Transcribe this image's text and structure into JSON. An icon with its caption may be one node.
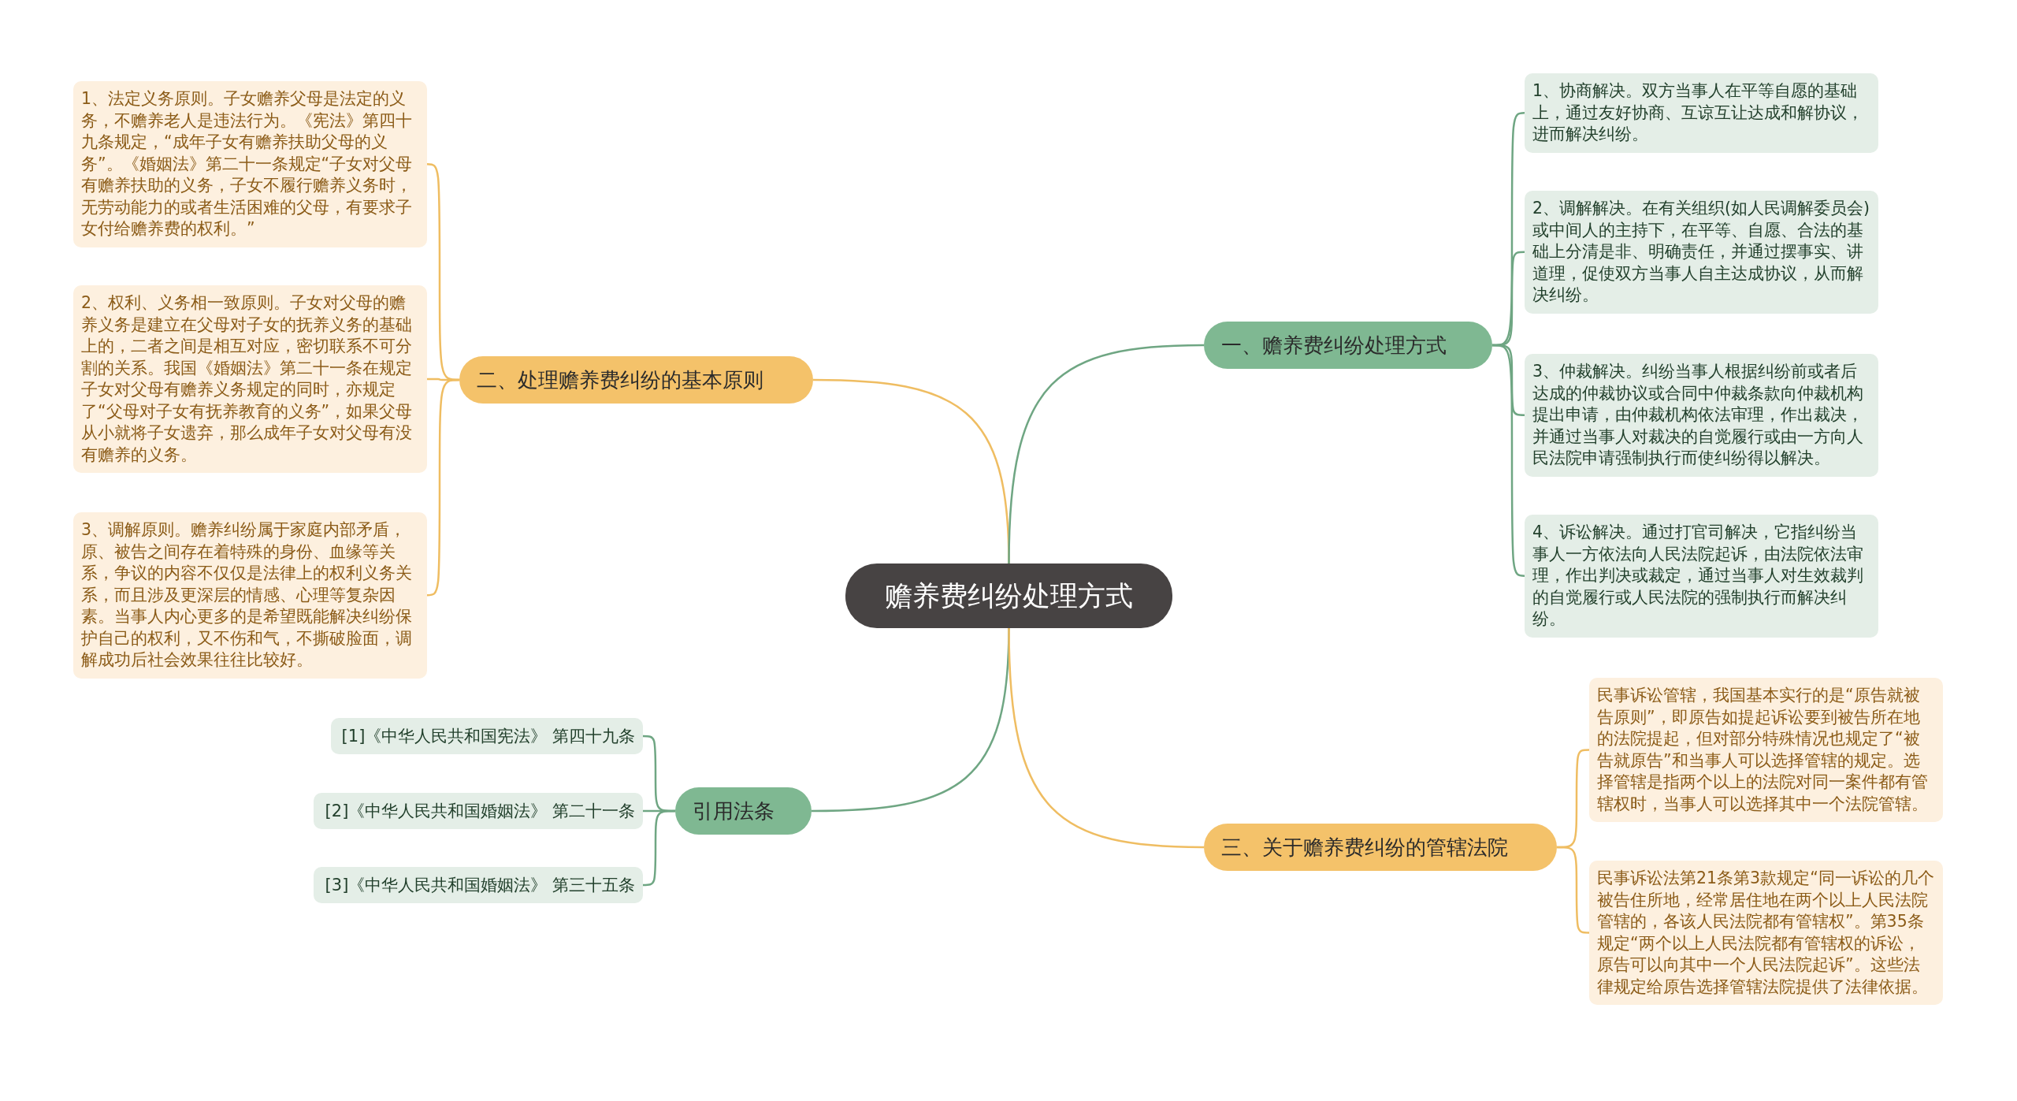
{
  "diagram": {
    "nodes": [
      {
        "text": [
          "赡养费纠纷处理方式"
        ]
      },
      {
        "text": [
          "二、处理赡养费纠纷的基本原则"
        ]
      },
      {
        "text": [
          "1、法定义务原则。子女赡养父母是法定的义务，不赡养老人是违法行为。《宪法》第四十九条规定，“成年子女有赡养扶助父母的义务”。《婚姻法》第二十一条规定“子女对父母有赡养扶助的义务，子女不履行赡养义务时，无劳动能力的或者生活困难的父母，有要求子女付给赡养费的权利。”"
        ]
      },
      {
        "text": [
          "2、权利、义务相一致原则。子女对父母的赡养义务是建立在父母对子女的抚养义务的基础上的，二者之间是相互对应，密切联系不可分割的关系。我国《婚姻法》第二十一条在规定子女对父母有赡养义务规定的同时，亦规定了“父母对子女有抚养教育的义务”，如果父母从小就将子女遗弃，那么成年子女对父母有没有赡养的义务。"
        ]
      },
      {
        "text": [
          "3、调解原则。赡养纠纷属于家庭内部矛盾，原、被告之间存在着特殊的身份、血缘等关系，争议的内容不仅仅是法律上的权利义务关系，而且涉及更深层的情感、心理等复杂因素。当事人内心更多的是希望既能解决纠纷保护自己的权利，又不伤和气，不撕破脸面，调解成功后社会效果往往比较好。"
        ]
      },
      {
        "text": [
          "一、赡养费纠纷处理方式"
        ]
      },
      {
        "text": [
          "1、协商解决。双方当事人在平等自愿的基础上，通过友好协商、互谅互让达成和解协议，进而解决纠纷。"
        ]
      },
      {
        "text": [
          "2、调解解决。在有关组织(如人民调解委员会)或中间人的主持下，在平等、自愿、合法的基础上分清是非、明确责任，并通过摆事实、讲道理，促使双方当事人自主达成协议，从而解决纠纷。"
        ]
      },
      {
        "text": [
          "3、仲裁解决。纠纷当事人根据纠纷前或者后达成的仲裁协议或合同中仲裁条款向仲裁机构提出申请，由仲裁机构依法审理，作出裁决，并通过当事人对裁决的自觉履行或由一方向人民法院申请强制执行而使纠纷得以解决。"
        ]
      },
      {
        "text": [
          "4、诉讼解决。通过打官司解决，它指纠纷当事人一方依法向人民法院起诉，由法院依法审理，作出判决或裁定，通过当事人对生效裁判的自觉履行或人民法院的强制执行而解决纠纷。"
        ]
      },
      {
        "text": [
          "引用法条"
        ]
      },
      {
        "text": [
          "[1]《中华人民共和国宪法》 第四十九条"
        ]
      },
      {
        "text": [
          "[2]《中华人民共和国婚姻法》 第二十一条"
        ]
      },
      {
        "text": [
          "[3]《中华人民共和国婚姻法》 第三十五条"
        ]
      },
      {
        "text": [
          "三、关于赡养费纠纷的管辖法院"
        ]
      },
      {
        "text": [
          "民事诉讼管辖，我国基本实行的是“原告就被告原则”，即原告如提起诉讼要到被告所在地的法院提起，但对部分特殊情况也规定了“被告就原告”和当事人可以选择管辖的规定。选择管辖是指两个以上的法院对同一案件都有管辖权时，当事人可以选择其中一个法院管辖。"
        ]
      },
      {
        "text": [
          "民事诉讼法第21条第3款规定“同一诉讼的几个被告住所地，经常居住地在两个以上人民法院管辖的，各该人民法院都有管辖权”。第35条规定“两个以上人民法院都有管辖权的诉讼，原告可以向其中一个人民法院起诉”。这些法律规定给原告选择管辖法院提供了法律依据。"
        ]
      }
    ],
    "edges": [
      {
        "from": 0,
        "to": 1,
        "arrow": "none",
        "color": "#efbd62"
      },
      {
        "from": 1,
        "to": 2,
        "arrow": "none",
        "color": "#efbd62"
      },
      {
        "from": 1,
        "to": 3,
        "arrow": "none",
        "color": "#efbd62"
      },
      {
        "from": 1,
        "to": 4,
        "arrow": "none",
        "color": "#efbd62"
      },
      {
        "from": 0,
        "to": 5,
        "arrow": "none"
      },
      {
        "from": 5,
        "to": 6,
        "arrow": "none"
      },
      {
        "from": 5,
        "to": 7,
        "arrow": "none"
      },
      {
        "from": 5,
        "to": 8,
        "arrow": "none"
      },
      {
        "from": 5,
        "to": 9,
        "arrow": "none"
      },
      {
        "from": 0,
        "to": 10,
        "arrow": "none"
      },
      {
        "from": 10,
        "to": 11,
        "arrow": "none"
      },
      {
        "from": 10,
        "to": 12,
        "arrow": "none"
      },
      {
        "from": 10,
        "to": 13,
        "arrow": "none"
      },
      {
        "from": 0,
        "to": 14,
        "arrow": "none",
        "color": "#efbd62"
      },
      {
        "from": 14,
        "to": 15,
        "arrow": "none",
        "color": "#efbd62"
      },
      {
        "from": 14,
        "to": 16,
        "arrow": "none",
        "color": "#efbd62"
      }
    ]
  }
}
